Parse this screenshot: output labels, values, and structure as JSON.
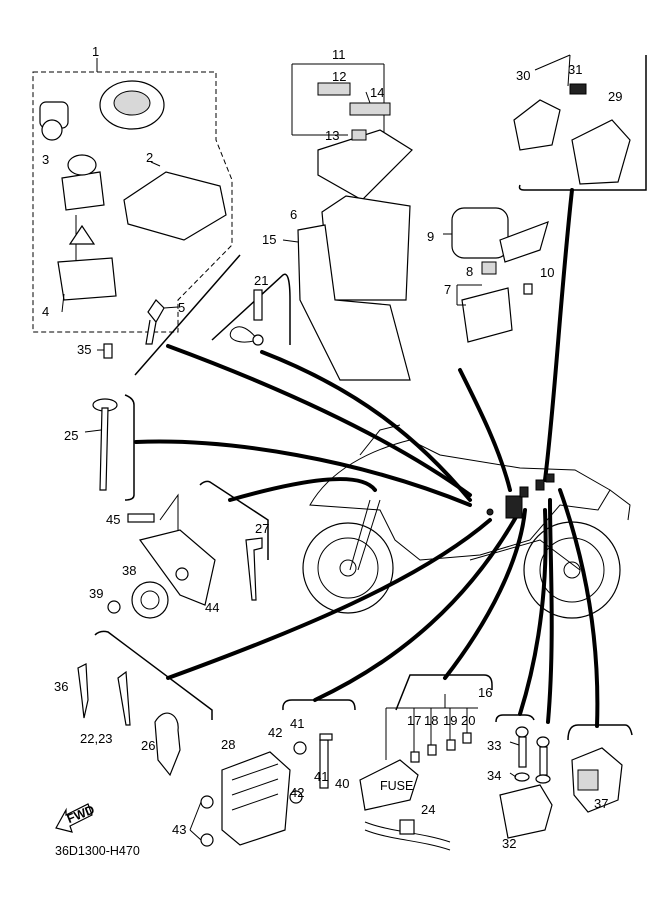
{
  "diagram": {
    "part_code": "36D1300-H470",
    "fwd_label": "FWD",
    "fuse_label": "FUSE",
    "labels": {
      "p1": "1",
      "p2": "2",
      "p3": "3",
      "p4": "4",
      "p5": "5",
      "p35": "35",
      "p11": "11",
      "p12": "12",
      "p13": "13",
      "p14": "14",
      "p6": "6",
      "p15": "15",
      "p9": "9",
      "p8": "8",
      "p10": "10",
      "p7": "7",
      "p21": "21",
      "p30": "30",
      "p31": "31",
      "p29": "29",
      "p25": "25",
      "p45": "45",
      "p27": "27",
      "p38": "38",
      "p39": "39",
      "p44": "44",
      "p36": "36",
      "p22_23": "22,23",
      "p26": "26",
      "p28": "28",
      "p42a": "42",
      "p41a": "41",
      "p40": "40",
      "p41b": "41",
      "p42b": "42",
      "p43": "43",
      "p16": "16",
      "p17": "17",
      "p18": "18",
      "p19": "19",
      "p20": "20",
      "p24": "24",
      "p33": "33",
      "p34": "34",
      "p32": "32",
      "p37": "37"
    }
  }
}
